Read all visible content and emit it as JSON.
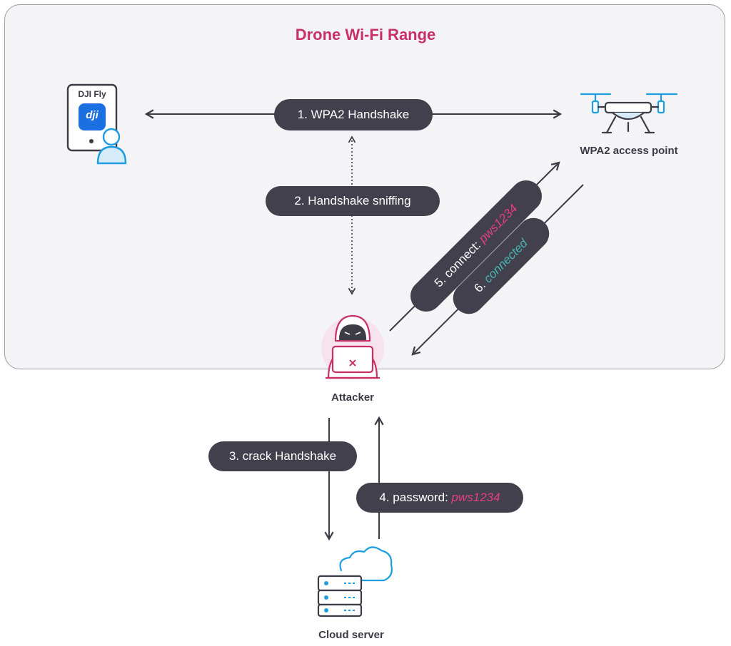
{
  "diagram": {
    "range_title": "Drone Wi-Fi Range",
    "phone": {
      "app_label": "DJI Fly",
      "logo_text": "dji"
    },
    "drone": {
      "label": "WPA2 access point"
    },
    "attacker": {
      "label": "Attacker"
    },
    "server": {
      "label": "Cloud server"
    },
    "steps": {
      "handshake": "1. WPA2 Handshake",
      "sniffing": "2. Handshake sniffing",
      "crack": "3. crack Handshake",
      "password_prefix": "4. password: ",
      "password_value": "pws1234",
      "connect_prefix": "5. connect: ",
      "connect_value": "pws1234",
      "connected_prefix": "6. ",
      "connected_value": "connected"
    }
  },
  "colors": {
    "accent": "#c9306a",
    "pill": "#42404d",
    "password": "#e63d82",
    "connected": "#49b5b0",
    "icon_blue": "#1e9ee0"
  }
}
